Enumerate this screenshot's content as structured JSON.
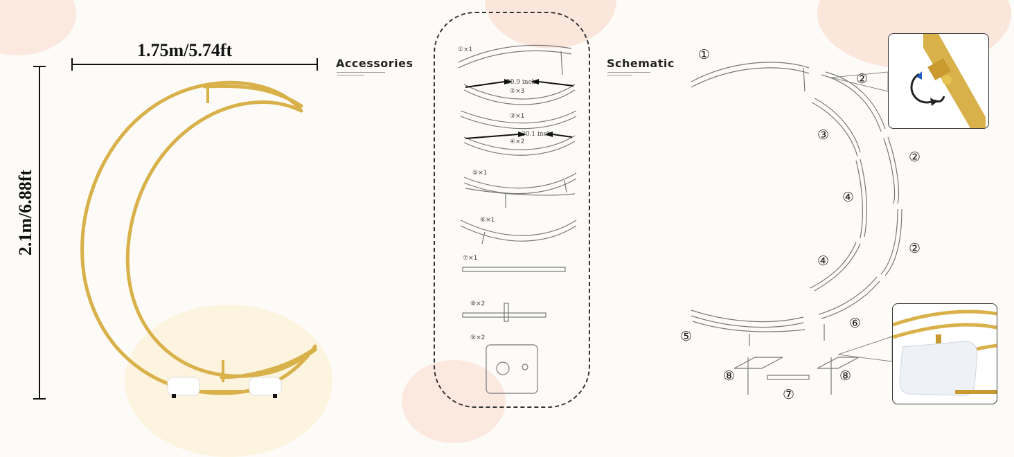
{
  "dimensions": {
    "width": "1.75m/5.74ft",
    "height": "2.1m/6.88ft"
  },
  "sections": {
    "accessories": "Accessories",
    "schematic": "Schematic"
  },
  "accessories": [
    {
      "marker": "①",
      "qty": "×1"
    },
    {
      "marker": "②",
      "qty": "×3",
      "measure": "30.9 inch"
    },
    {
      "marker": "③",
      "qty": "×1"
    },
    {
      "marker": "④",
      "qty": "×2",
      "measure": "30.1 inch"
    },
    {
      "marker": "⑤",
      "qty": "×1"
    },
    {
      "marker": "⑥",
      "qty": "×1"
    },
    {
      "marker": "⑦",
      "qty": "×1"
    },
    {
      "marker": "⑧",
      "qty": "×2"
    },
    {
      "marker": "⑨",
      "qty": "×2"
    }
  ],
  "schematic_labels": [
    "①",
    "②",
    "③",
    "②",
    "④",
    "②",
    "④",
    "⑥",
    "⑤",
    "⑧",
    "⑦",
    "⑧"
  ],
  "colors": {
    "gold": "#d9b14a",
    "outline": "#777777",
    "dashed_border": "#333333"
  }
}
